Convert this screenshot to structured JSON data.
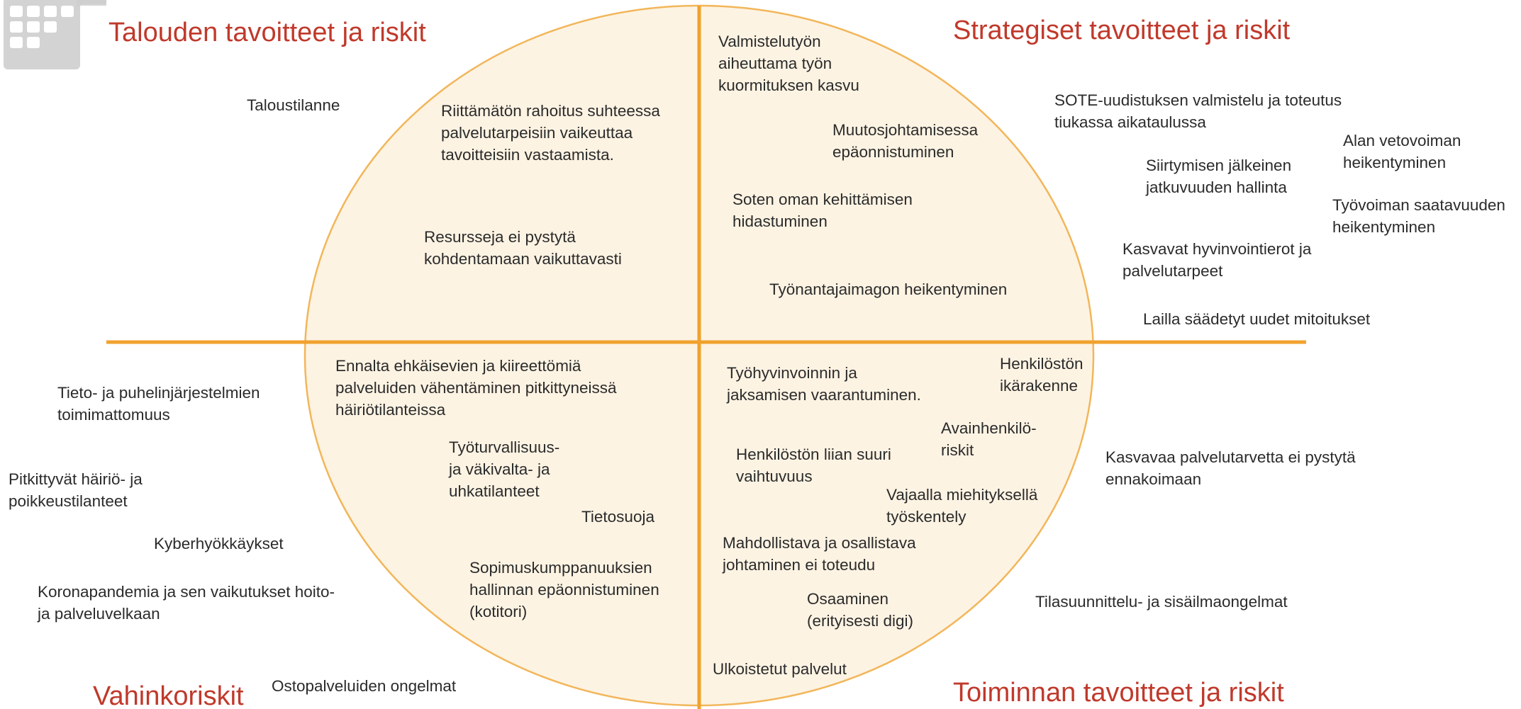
{
  "colors": {
    "title": "#c0392b",
    "axis": "#f0a22e",
    "ellipse_fill": "#fdf3e3",
    "ellipse_stroke": "#f2b65a",
    "text": "#2b2b2b",
    "logo": "#cfcfcf"
  },
  "quadrants": {
    "top_left_title": "Talouden tavoitteet ja riskit",
    "top_right_title": "Strategiset tavoitteet ja riskit",
    "bottom_left_title": "Vahinkoriskit",
    "bottom_right_title": "Toiminnan tavoitteet ja riskit"
  },
  "risks": {
    "taloustilanne": "Taloustilanne",
    "riittamaton_rahoitus": "Riittämätön rahoitus suhteessa\npalvelutarpeisiin vaikeuttaa\ntavoitteisiin vastaamista.",
    "resursseja": "Resursseja ei pystytä\nkohdentamaan vaikuttavasti",
    "valmistelutyon": "Valmistelutyön\naiheuttama työn\nkuormituksen kasvu",
    "muutosjohtaminen": "Muutosjohtamisessa\nepäonnistuminen",
    "soten_kehittaminen": "Soten oman kehittämisen\nhidastuminen",
    "tyonantajaimago": "Työnantajaimagon heikentyminen",
    "sote_uudistus": "SOTE-uudistuksen valmistelu ja toteutus\ntiukassa aikataulussa",
    "alan_vetovoima": "Alan vetovoiman\nheikentyminen",
    "siirtyminen": "Siirtymisen jälkeinen\njatkuvuuden hallinta",
    "tyovoiman_saatavuus": "Työvoiman saatavuuden\nheikentyminen",
    "hyvinvointierot": "Kasvavat hyvinvointierot ja\npalvelutarpeet",
    "lailla_saadetyt": "Lailla säädetyt uudet mitoitukset",
    "tieto_puhelin": "Tieto- ja puhelinjärjestelmien\ntoimimattomuus",
    "pitkittyvat": "Pitkittyvät häiriö- ja\npoikkeustilanteet",
    "kyberhyokkaykset": "Kyberhyökkäykset",
    "koronapandemia": "Koronapandemia ja sen vaikutukset hoito-\nja palveluvelkaan",
    "ostopalvelut": "Ostopalveluiden ongelmat",
    "ennalta_ehkaisevat": "Ennalta ehkäisevien ja kiireettömiä\npalveluiden vähentäminen pitkittyneissä\nhäiriötilanteissa",
    "tyoturvallisuus": "Työturvallisuus-\nja väkivalta- ja\nuhkatilanteet",
    "tietosuoja": "Tietosuoja",
    "sopimuskumppanuudet": "Sopimuskumppanuuksien\nhallinnan epäonnistuminen\n(kotitori)",
    "tyohyvinvointi": "Työhyvinvoinnin ja\njaksamisen vaarantuminen.",
    "henkiloston_ikarakenne": "Henkilöstön\nikärakenne",
    "avainhenkilo": "Avainhenkilö-\nriskit",
    "henkiloston_vaihtuvuus": "Henkilöstön liian suuri\nvaihtuvuus",
    "vajaa_miehitys": "Vajaalla miehityksellä\ntyöskentely",
    "kasvava_palvelutarve": "Kasvavaa palvelutarvetta ei pystytä\nennakoimaan",
    "johtaminen": "Mahdollistava ja osallistava\njohtaminen ei toteudu",
    "osaaminen": "Osaaminen\n(erityisesti digi)",
    "tilasuunnittelu": "Tilasuunnittelu- ja sisäilmaongelmat",
    "ulkoistetut": "Ulkoistetut palvelut"
  }
}
